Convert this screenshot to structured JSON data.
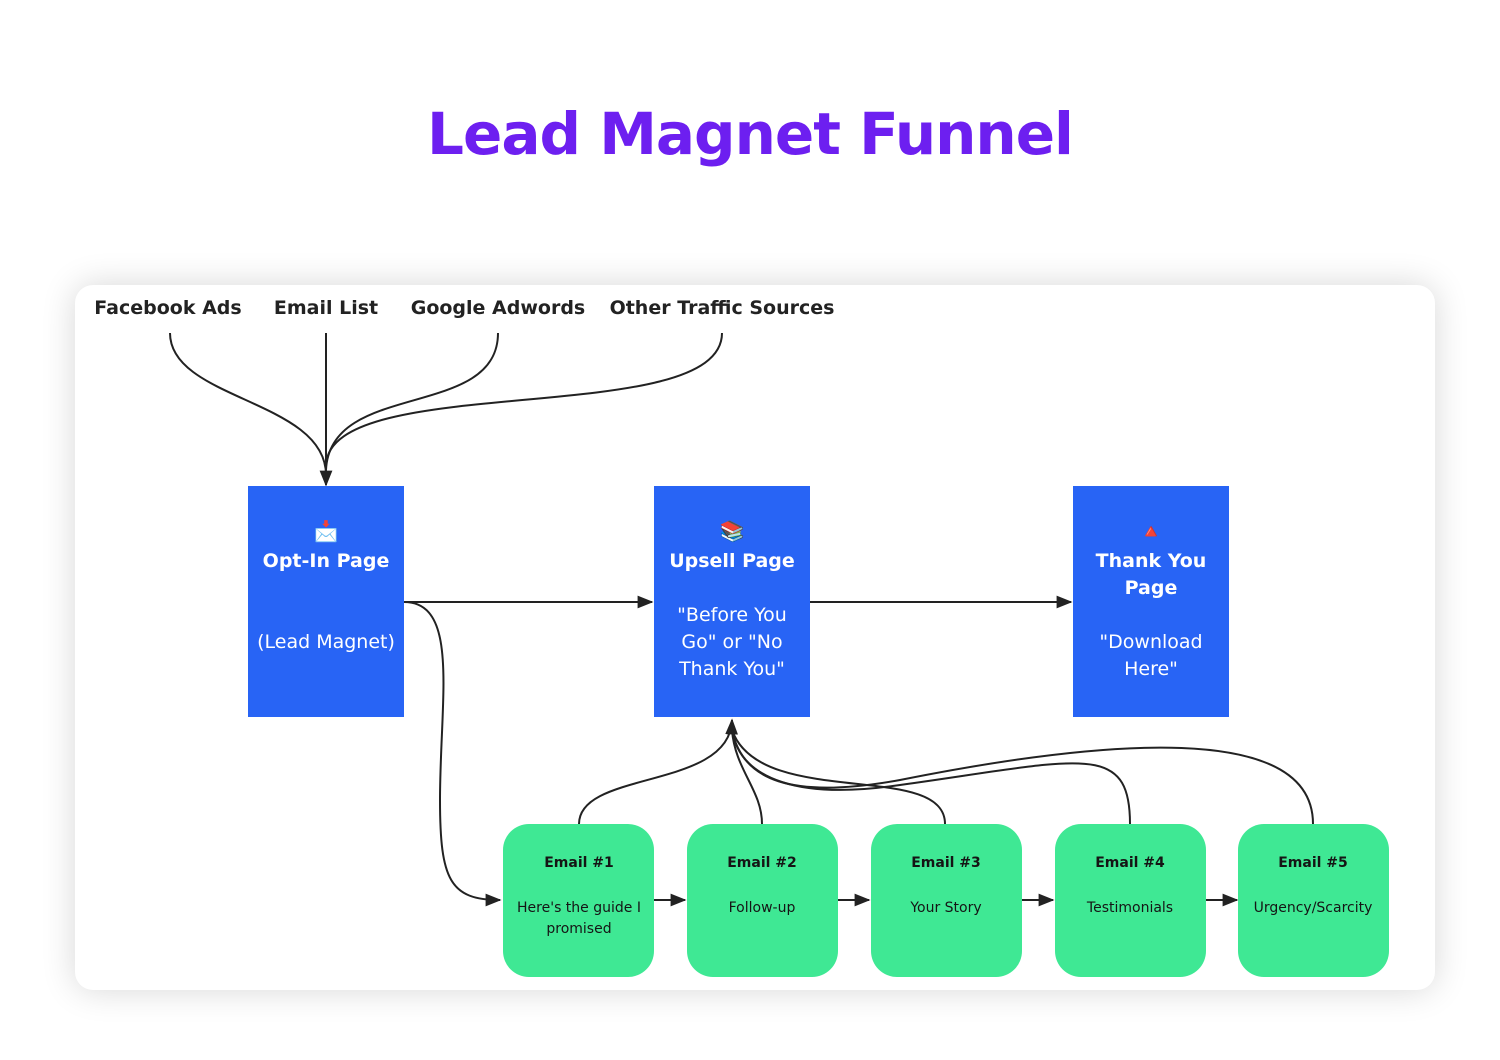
{
  "title": "Lead Magnet Funnel",
  "colors": {
    "title": "#6d1ff0",
    "page_box": "#2864f5",
    "email_box": "#3fe894",
    "edge": "#222222"
  },
  "traffic_sources": [
    {
      "label": "Facebook Ads"
    },
    {
      "label": "Email List"
    },
    {
      "label": "Google Adwords"
    },
    {
      "label": "Other Traffic Sources"
    }
  ],
  "pages": [
    {
      "icon": "envelope-icon",
      "icon_glyph": "📩",
      "title_lines": [
        "Opt-In Page"
      ],
      "sub_lines": [
        "(Lead Magnet)"
      ]
    },
    {
      "icon": "books-icon",
      "icon_glyph": "📚",
      "title_lines": [
        "Upsell Page"
      ],
      "sub_lines": [
        "\"Before You",
        "Go\" or \"No",
        "Thank You\""
      ]
    },
    {
      "icon": "cone-icon",
      "icon_glyph": "🔺",
      "title_lines": [
        "Thank You",
        "Page"
      ],
      "sub_lines": [
        "\"Download",
        "Here\""
      ]
    }
  ],
  "emails": [
    {
      "title": "Email #1",
      "sub_lines": [
        "Here's the guide I",
        "promised"
      ]
    },
    {
      "title": "Email #2",
      "sub_lines": [
        "Follow-up"
      ]
    },
    {
      "title": "Email #3",
      "sub_lines": [
        "Your Story"
      ]
    },
    {
      "title": "Email #4",
      "sub_lines": [
        "Testimonials"
      ]
    },
    {
      "title": "Email #5",
      "sub_lines": [
        "Urgency/Scarcity"
      ]
    }
  ]
}
